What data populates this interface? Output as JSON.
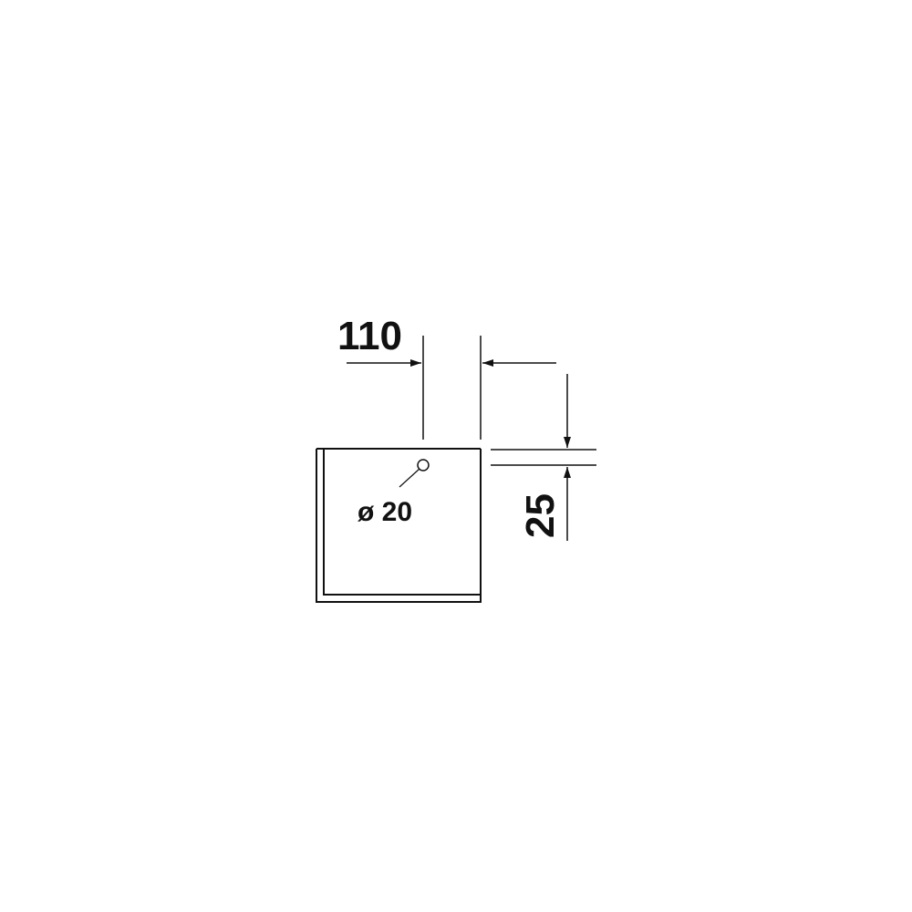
{
  "drawing": {
    "dimensions": {
      "width_label": "110",
      "height_label": "25",
      "hole_label": "ø 20"
    },
    "colors": {
      "line": "#111111",
      "background": "#ffffff"
    }
  }
}
